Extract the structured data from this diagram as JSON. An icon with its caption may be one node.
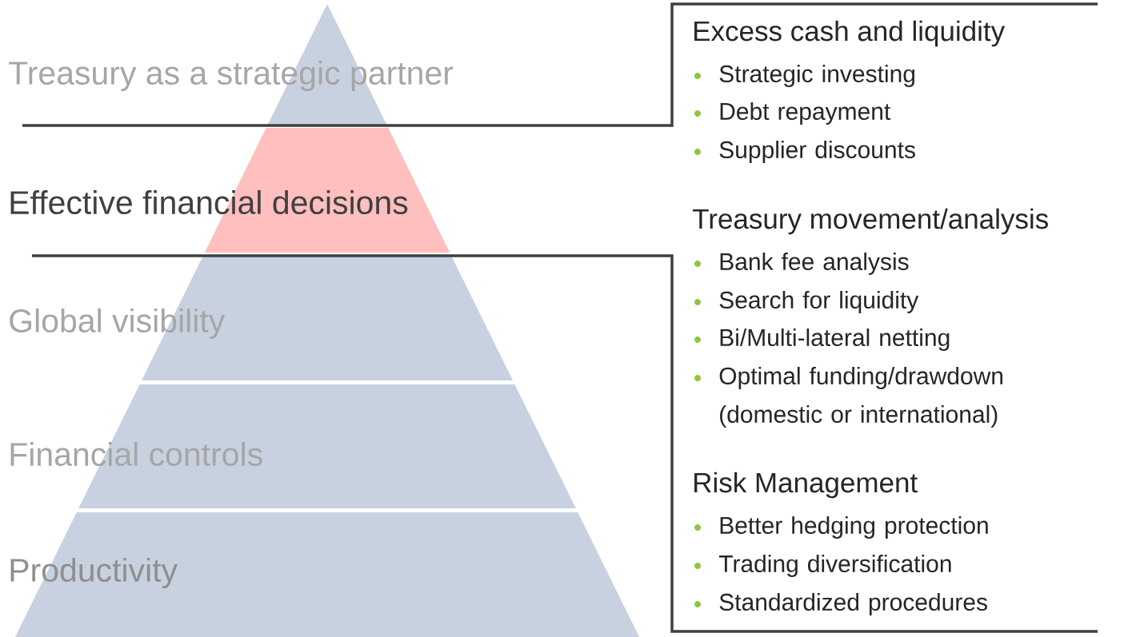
{
  "diagram": {
    "nodes": [
      {
        "text": [
          "Treasury as a strategic partner"
        ]
      },
      {
        "text": [
          "Effective financial decisions"
        ]
      },
      {
        "text": [
          "Global visibility"
        ]
      },
      {
        "text": [
          "Financial controls"
        ]
      },
      {
        "text": [
          "Productivity"
        ]
      }
    ],
    "labels": [
      "Excess cash and liquidity",
      "Strategic investing",
      "Debt repayment",
      "Supplier discounts",
      "Treasury movement/analysis",
      "Bank fee analysis",
      "Search for liquidity",
      "Bi/Multi-lateral netting",
      "Optimal funding/drawdown (domestic or international)",
      "Risk Management",
      "Better hedging protection",
      "Trading diversification",
      "Standardized procedures"
    ]
  }
}
